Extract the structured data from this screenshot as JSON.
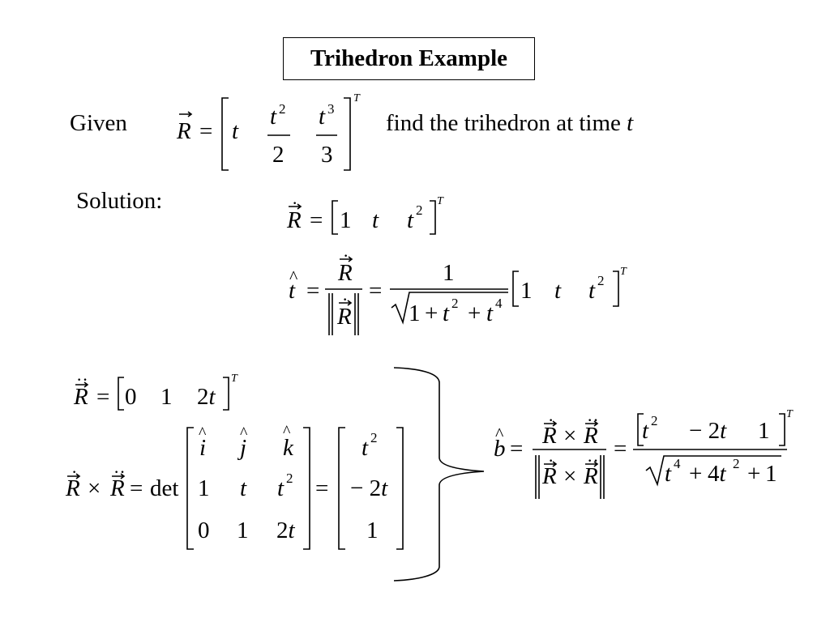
{
  "slide": {
    "title": "Trihedron Example",
    "given_label": "Given",
    "given_tail": "find the trihedron at time",
    "given_var": "t",
    "solution_label": "Solution:"
  },
  "sym": {
    "R": "R",
    "eq": "=",
    "t": "t",
    "two": "2",
    "three": "3",
    "T": "T",
    "one": "1",
    "zero": "0",
    "plus": "+",
    "four": "4",
    "times": "×",
    "i": "i",
    "j": "j",
    "k": "k",
    "det": "det",
    "b": "b",
    "two_t": "2t",
    "neg_two_t": "−2t",
    "four_t": "4t",
    "minus": "−"
  }
}
